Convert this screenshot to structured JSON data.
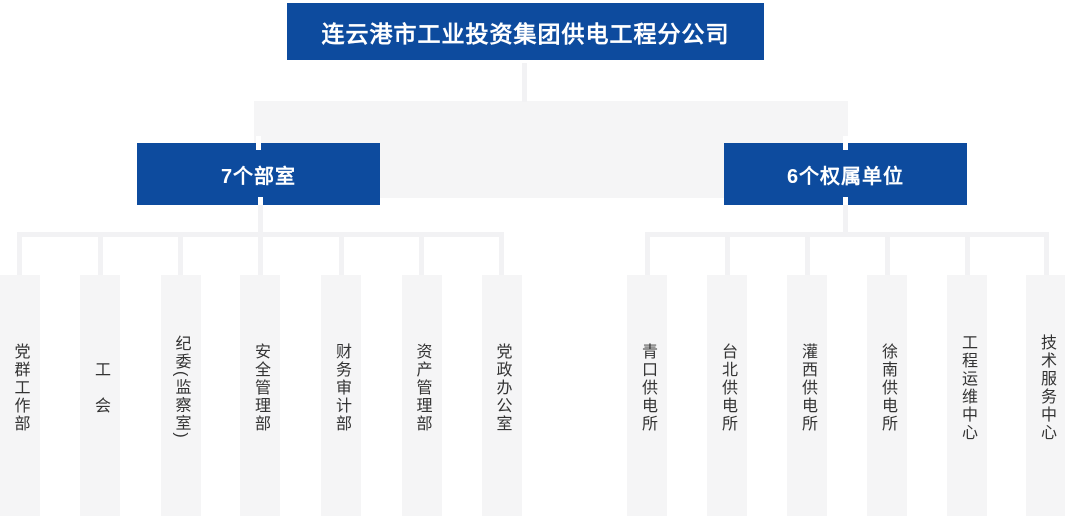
{
  "org_chart": {
    "root": {
      "label": "连云港市工业投资集团供电工程分公司"
    },
    "groups": [
      {
        "label": "7个部室",
        "children": [
          "党群工作部",
          "工　会",
          "纪委(监察室)",
          "安全管理部",
          "财务审计部",
          "资产管理部",
          "党政办公室"
        ]
      },
      {
        "label": "6个权属单位",
        "children": [
          "青口供电所",
          "台北供电所",
          "灌西供电所",
          "徐南供电所",
          "工程运维中心",
          "技术服务中心"
        ]
      }
    ]
  },
  "colors": {
    "box_blue": "#0d4b9e",
    "panel_gray": "#f5f5f6",
    "line_gray": "#f2f2f4",
    "tick_white": "#ffffff",
    "column_text": "#333333",
    "box_text": "#ffffff"
  }
}
